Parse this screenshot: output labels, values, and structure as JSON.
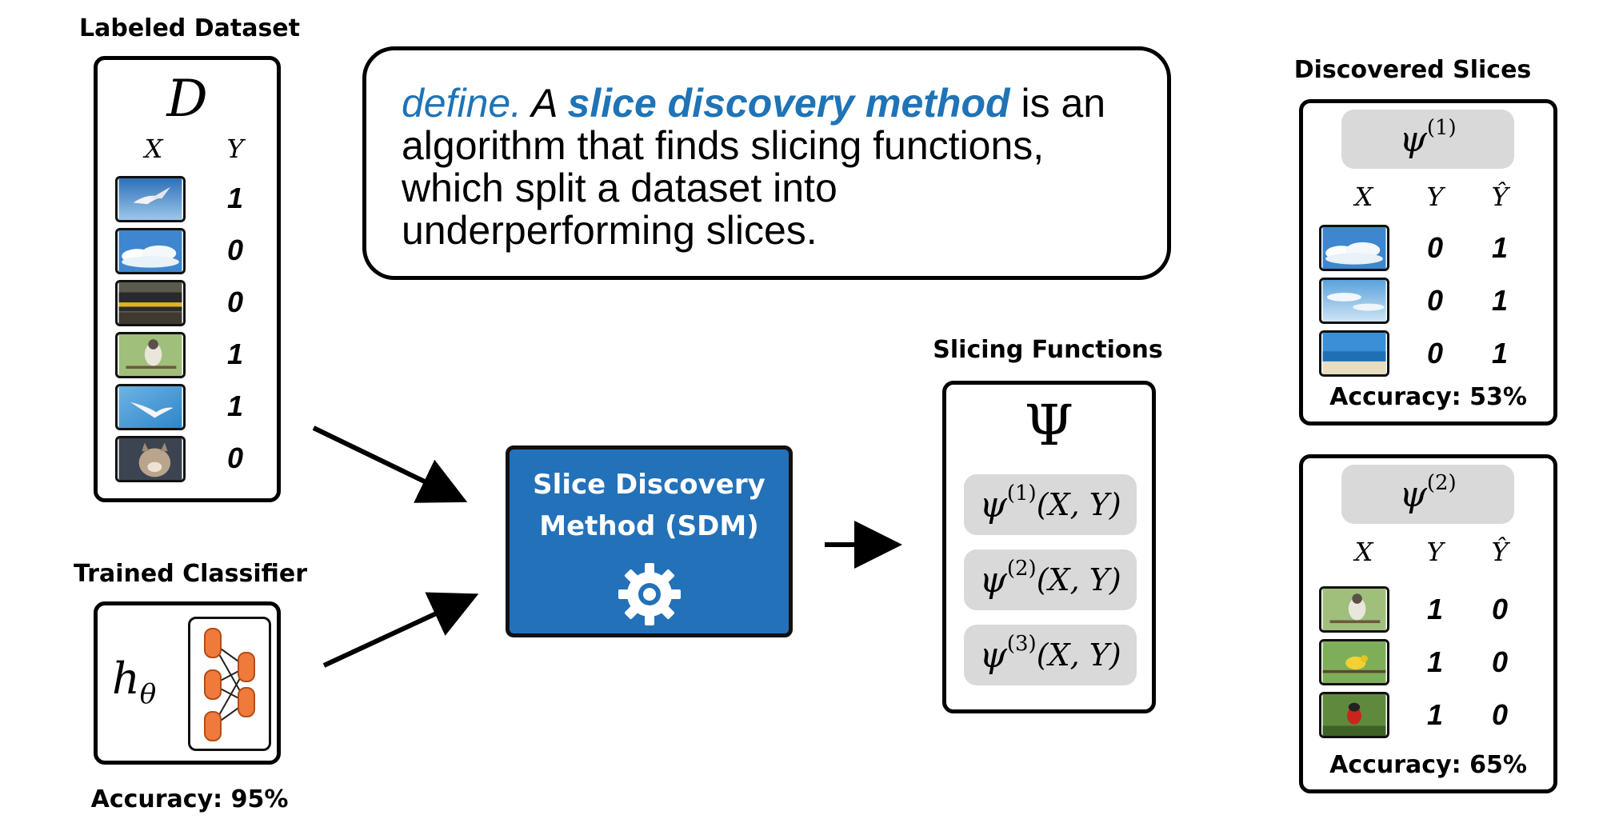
{
  "dataset": {
    "heading": "Labeled Dataset",
    "symbol": "D",
    "col_x": "X",
    "col_y": "Y",
    "rows": [
      {
        "image": "bird-in-sky-image",
        "y": "1"
      },
      {
        "image": "clouds-sky-image",
        "y": "0"
      },
      {
        "image": "train-image",
        "y": "0"
      },
      {
        "image": "perched-bird-image",
        "y": "1"
      },
      {
        "image": "gull-flying-image",
        "y": "1"
      },
      {
        "image": "cat-image",
        "y": "0"
      }
    ]
  },
  "classifier": {
    "heading": "Trained Classifier",
    "symbol": "h",
    "subscript": "θ",
    "accuracy": "Accuracy: 95%",
    "icon": "neural-network-icon"
  },
  "definition": {
    "lead": "define.",
    "article": " A ",
    "term": "slice discovery method",
    "rest": " is an algorithm that finds slicing functions, which split a dataset into underperforming slices."
  },
  "sdm": {
    "label_line1": "Slice Discovery",
    "label_line2": "Method (SDM)",
    "icon": "gear-icon"
  },
  "slicing_functions": {
    "heading": "Slicing Functions",
    "symbol": "Ψ",
    "items": [
      {
        "psi": "ψ",
        "index": "(1)",
        "args": "(X, Y)"
      },
      {
        "psi": "ψ",
        "index": "(2)",
        "args": "(X, Y)"
      },
      {
        "psi": "ψ",
        "index": "(3)",
        "args": "(X, Y)"
      }
    ]
  },
  "discovered": {
    "heading": "Discovered Slices",
    "slices": [
      {
        "psi": "ψ",
        "index": "(1)",
        "col_x": "X",
        "col_y": "Y",
        "col_yhat": "Ŷ",
        "rows": [
          {
            "image": "clouds-sky-image",
            "y": "0",
            "yhat": "1"
          },
          {
            "image": "blue-sky-image",
            "y": "0",
            "yhat": "1"
          },
          {
            "image": "beach-image",
            "y": "0",
            "yhat": "1"
          }
        ],
        "accuracy": "Accuracy: 53%"
      },
      {
        "psi": "ψ",
        "index": "(2)",
        "col_x": "X",
        "col_y": "Y",
        "col_yhat": "Ŷ",
        "rows": [
          {
            "image": "perched-bird-image",
            "y": "1",
            "yhat": "0"
          },
          {
            "image": "yellow-bird-image",
            "y": "1",
            "yhat": "0"
          },
          {
            "image": "red-bird-image",
            "y": "1",
            "yhat": "0"
          }
        ],
        "accuracy": "Accuracy: 65%"
      }
    ]
  },
  "colors": {
    "accent_blue": "#1f73b7",
    "sdm_box": "#2371b8",
    "pill_gray": "#d9d9d9",
    "neuron_orange": "#f07a3c"
  }
}
